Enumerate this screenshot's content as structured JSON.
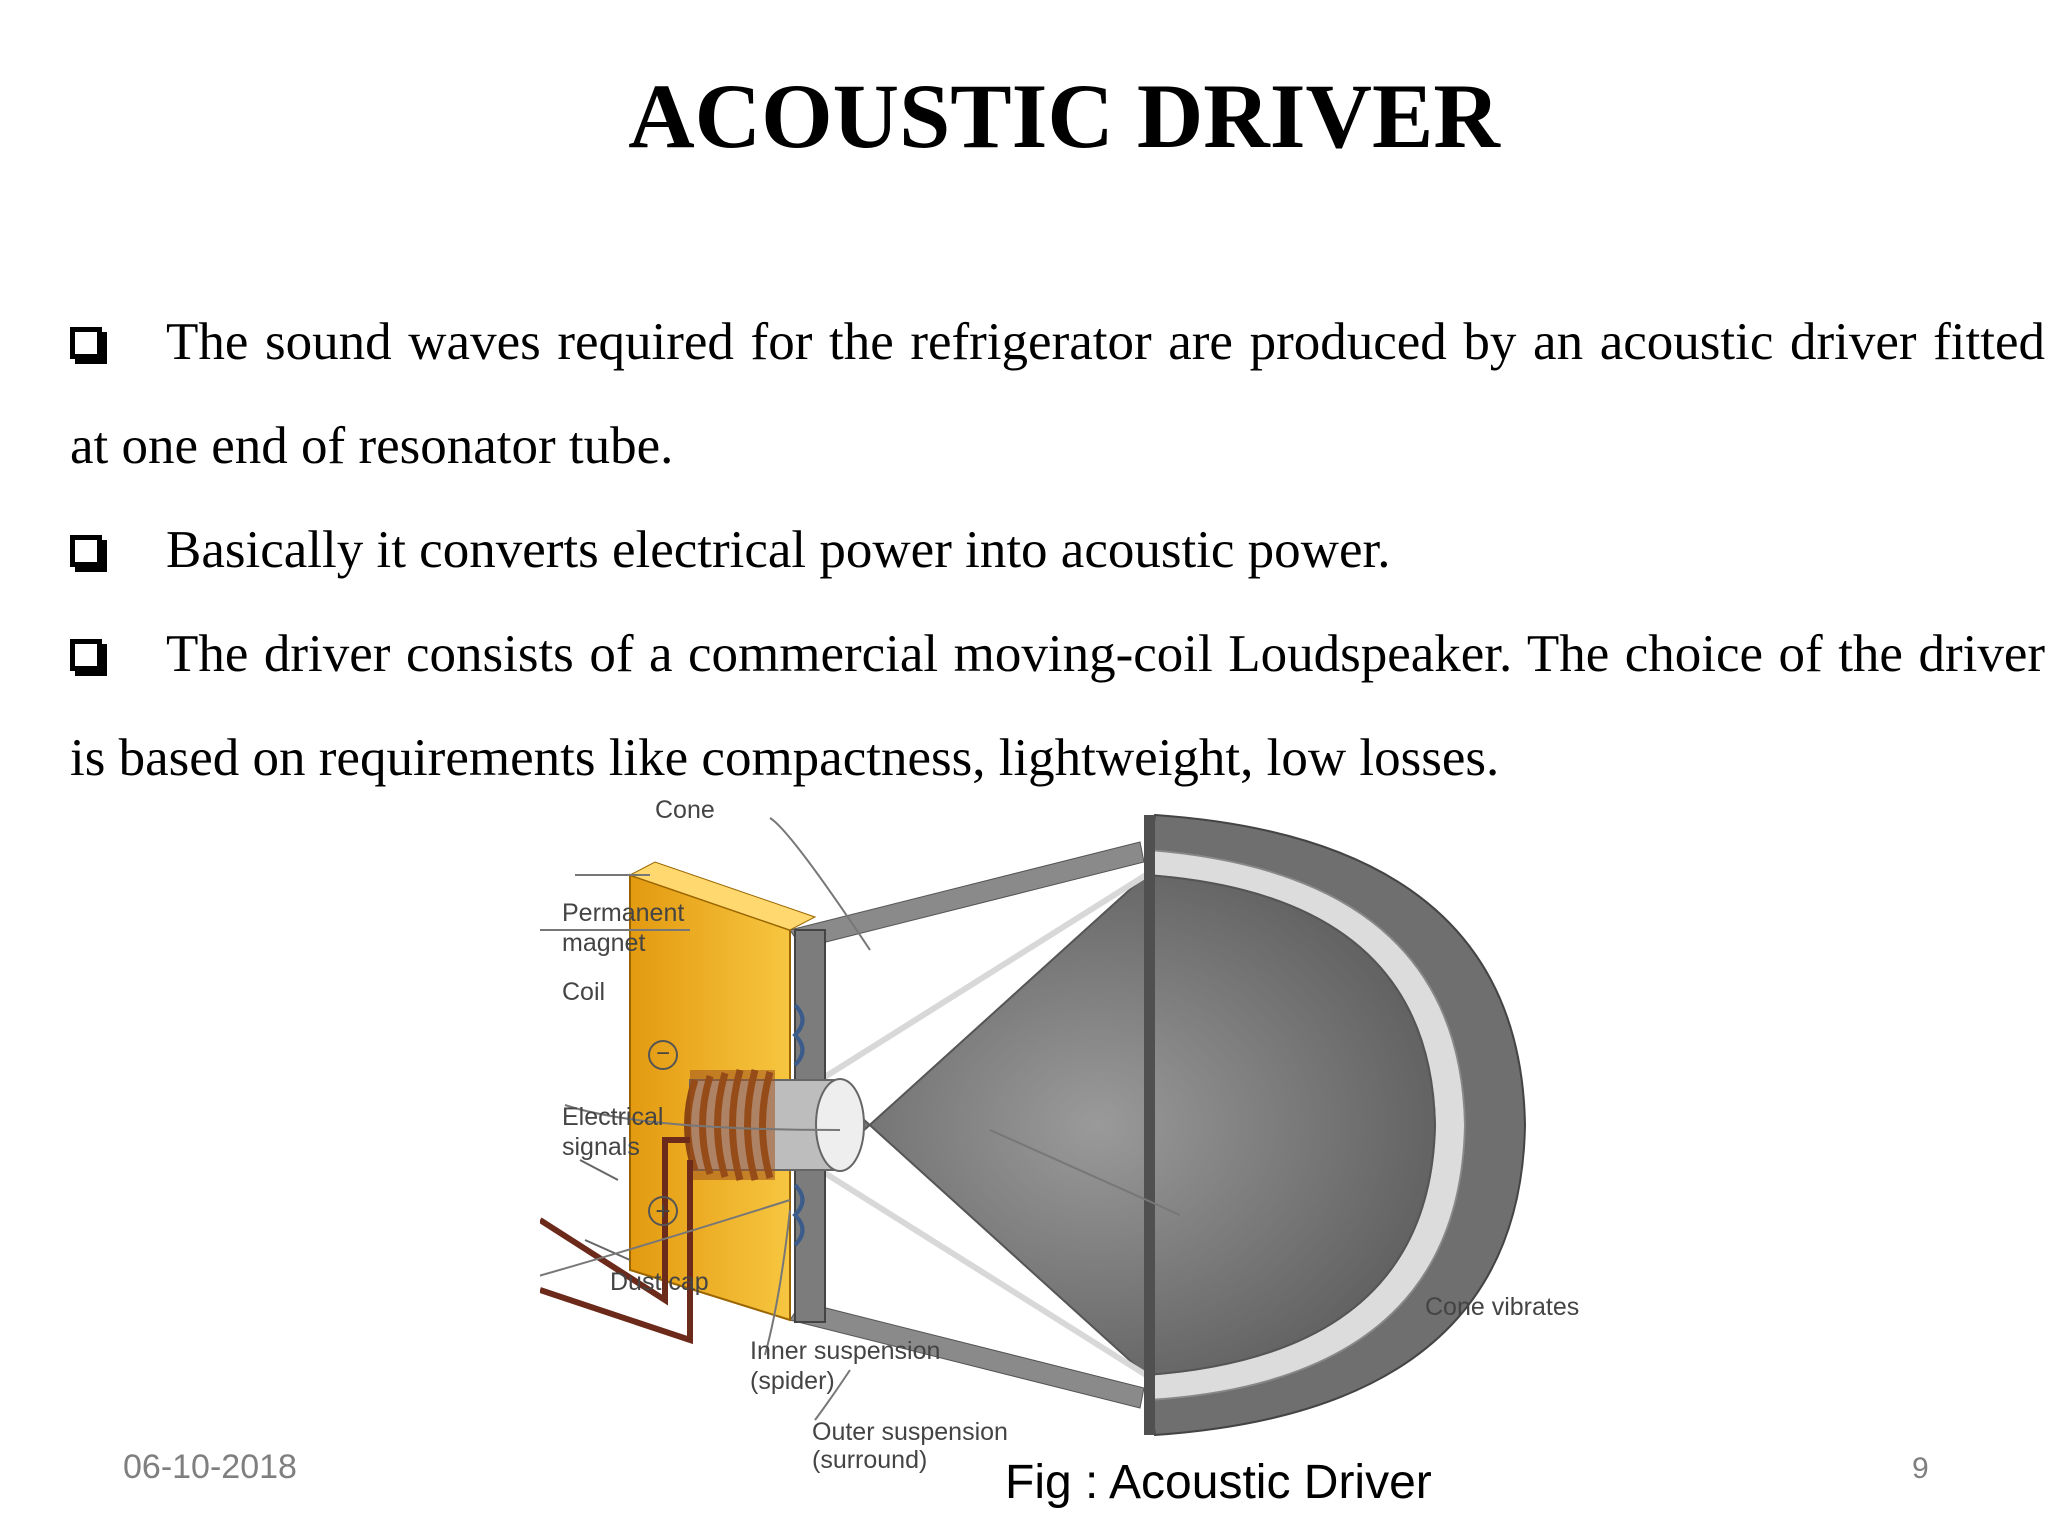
{
  "slide": {
    "title": "ACOUSTIC DRIVER",
    "paragraphs": [
      "The sound waves required for the refrigerator are produced by an acoustic driver fitted at one end of resonator tube.",
      "Basically it converts electrical power into acoustic power.",
      "The driver consists of a commercial moving-coil Loudspeaker. The choice of the driver is based on requirements like compactness, lightweight, low losses."
    ],
    "bullet_icon": "checkbox-square-icon",
    "caption": "Fig : Acoustic Driver",
    "date": "06-10-2018",
    "page_number": "9"
  },
  "figure": {
    "labels": {
      "cone": "Cone",
      "magnet_line1": "Permanent",
      "magnet_line2": "magnet",
      "coil": "Coil",
      "minus": "−",
      "electrical_line1": "Electrical",
      "electrical_line2": "signals",
      "plus": "+",
      "dust_cap": "Dust cap",
      "inner_line1": "Inner suspension",
      "inner_line2": "(spider)",
      "outer_line1": "Outer suspension",
      "outer_line2": "(surround)",
      "cone_vibrates": "Cone vibrates"
    },
    "colors": {
      "magnet": "#f2b21c",
      "coil": "#8b4513",
      "wire": "#6b2a1a",
      "cone": "#7a7a7a",
      "frame": "#6f6f6f",
      "surround": "#dcdcdc"
    }
  }
}
